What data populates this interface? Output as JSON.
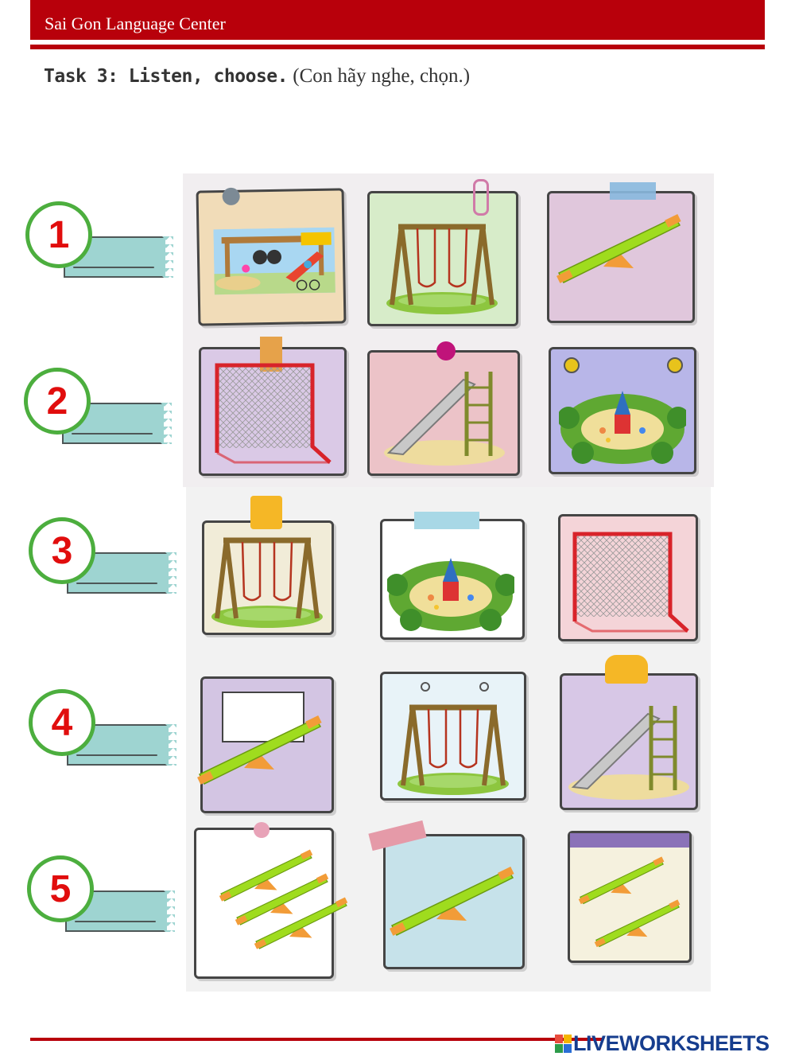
{
  "header": {
    "title": "Sai Gon Language Center"
  },
  "task": {
    "label": "Task 3: Listen, choose.",
    "instruction": "(Con hãy nghe, chọn.)"
  },
  "questions": [
    {
      "number": "1"
    },
    {
      "number": "2"
    },
    {
      "number": "3"
    },
    {
      "number": "4"
    },
    {
      "number": "5"
    }
  ],
  "colors": {
    "brand_red": "#b8000b",
    "circle_green": "#4cae3e",
    "number_red": "#e10d0d",
    "tape": "#9ed4d1"
  },
  "footer": {
    "brand": "LIVEWORKSHEETS"
  }
}
